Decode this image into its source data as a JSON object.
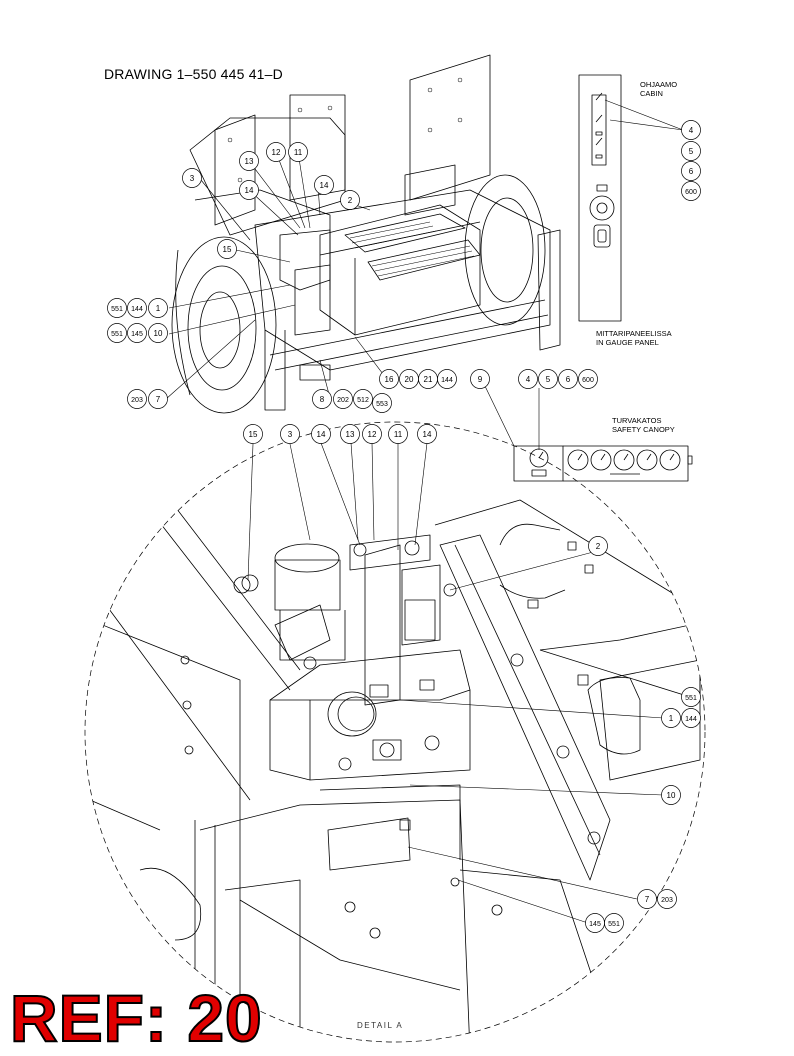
{
  "title": "DRAWING 1–550 445 41–D",
  "notes": {
    "cabin_fi": "OHJAAMO",
    "cabin_en": "CABIN",
    "panel_fi": "MITTARIPANEELISSA",
    "panel_en": "IN GAUGE PANEL",
    "canopy_fi": "TURVAKATOS",
    "canopy_en": "SAFETY CANOPY"
  },
  "detail_label": "DETAIL A",
  "ref_label": "REF: 20",
  "colors": {
    "ref_text": "#e00000",
    "line": "#000000"
  },
  "callouts": [
    {
      "n": "4"
    },
    {
      "n": "5"
    },
    {
      "n": "6"
    },
    {
      "n": "600"
    },
    {
      "n": "3"
    },
    {
      "n": "13"
    },
    {
      "n": "12"
    },
    {
      "n": "11"
    },
    {
      "n": "14"
    },
    {
      "n": "14"
    },
    {
      "n": "2"
    },
    {
      "n": "15"
    },
    {
      "n": "551"
    },
    {
      "n": "144"
    },
    {
      "n": "1"
    },
    {
      "n": "551"
    },
    {
      "n": "145"
    },
    {
      "n": "10"
    },
    {
      "n": "203"
    },
    {
      "n": "7"
    },
    {
      "n": "16"
    },
    {
      "n": "20"
    },
    {
      "n": "21"
    },
    {
      "n": "144"
    },
    {
      "n": "8"
    },
    {
      "n": "202"
    },
    {
      "n": "512"
    },
    {
      "n": "553"
    },
    {
      "n": "9"
    },
    {
      "n": "4"
    },
    {
      "n": "5"
    },
    {
      "n": "6"
    },
    {
      "n": "600"
    },
    {
      "n": "15"
    },
    {
      "n": "3"
    },
    {
      "n": "14"
    },
    {
      "n": "13"
    },
    {
      "n": "12"
    },
    {
      "n": "11"
    },
    {
      "n": "14"
    },
    {
      "n": "2"
    },
    {
      "n": "551"
    },
    {
      "n": "1"
    },
    {
      "n": "144"
    },
    {
      "n": "10"
    },
    {
      "n": "7"
    },
    {
      "n": "203"
    },
    {
      "n": "145"
    },
    {
      "n": "551"
    }
  ]
}
